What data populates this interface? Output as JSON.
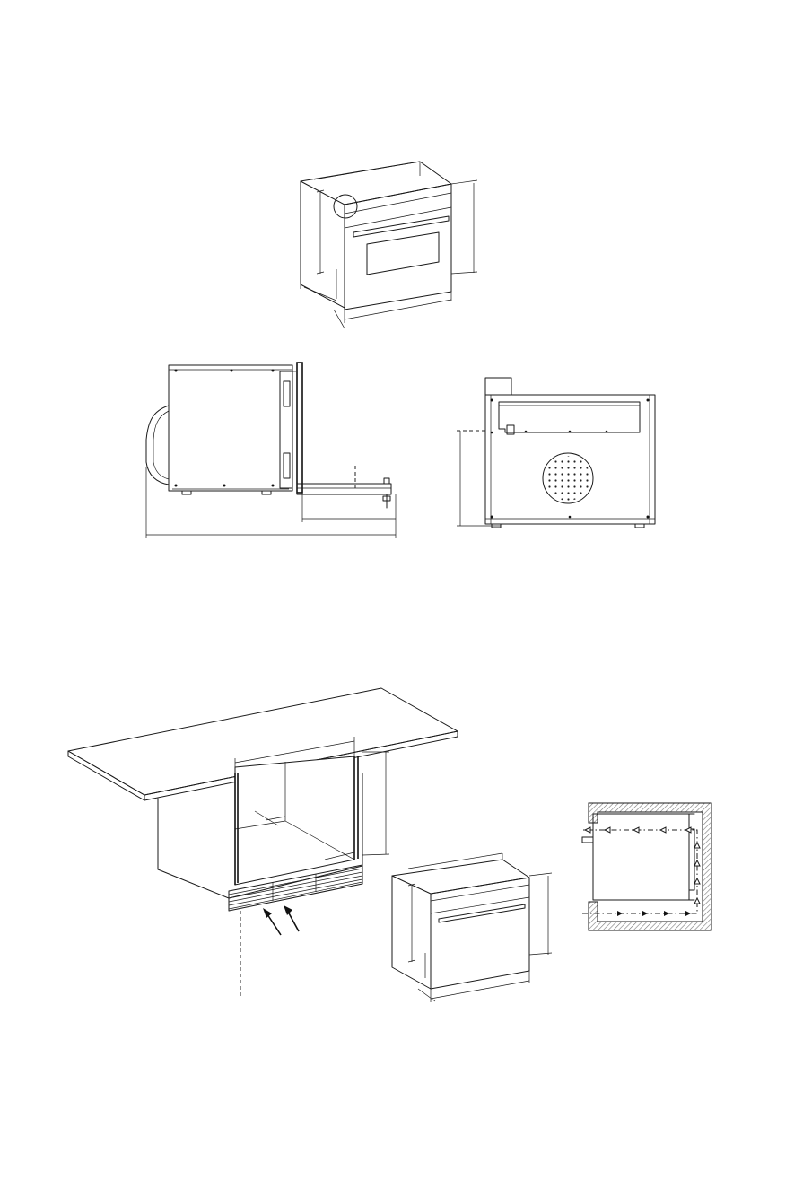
{
  "diagram": {
    "figures": [
      "oven-perspective-dimensions",
      "oven-side-view-door-open",
      "oven-rear-view",
      "cabinet-installation",
      "oven-front-perspective",
      "ventilation-airflow"
    ],
    "colors": {
      "line": "#1a1a1a",
      "background": "#ffffff",
      "hatch": "#777777"
    }
  }
}
